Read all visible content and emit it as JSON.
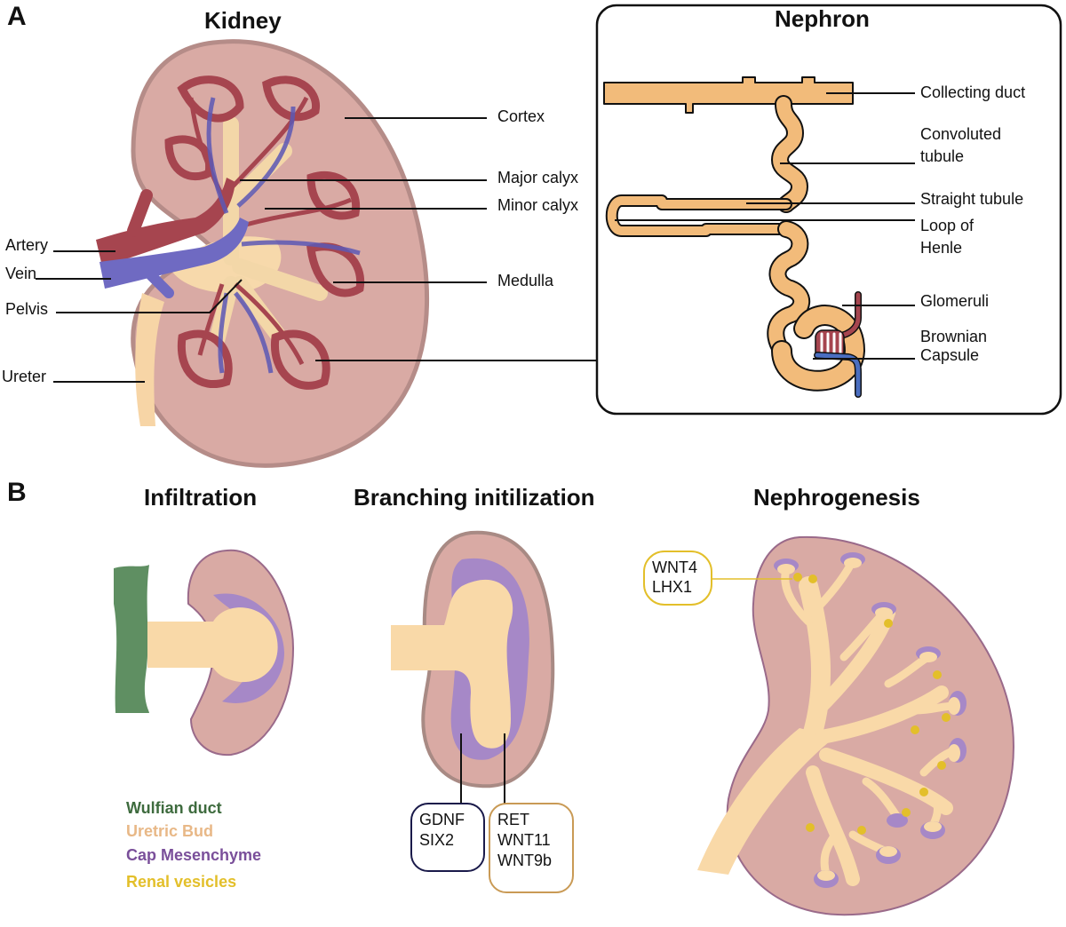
{
  "panel_a": {
    "letter": "A",
    "kidney_title": "Kidney",
    "nephron_title": "Nephron",
    "kidney_labels": {
      "cortex": "Cortex",
      "major_calyx": "Major calyx",
      "minor_calyx": "Minor calyx",
      "medulla": "Medulla",
      "artery": "Artery",
      "vein": "Vein",
      "pelvis": "Pelvis",
      "ureter": "Ureter"
    },
    "nephron_labels": {
      "collecting_duct": "Collecting duct",
      "convoluted_1": "Convoluted",
      "convoluted_2": "tubule",
      "straight_tubule": "Straight tubule",
      "loop_1": "Loop of",
      "loop_2": "Henle",
      "glomeruli": "Glomeruli",
      "brownian": "Brownian",
      "capsule": "Capsule"
    }
  },
  "panel_b": {
    "letter": "B",
    "stage_titles": [
      "Infiltration",
      "Branching initilization",
      "Nephrogenesis"
    ],
    "gene_boxes": {
      "gdnf": [
        "GDNF",
        "SIX2"
      ],
      "ret": [
        "RET",
        "WNT11",
        "WNT9b"
      ],
      "wnt4": [
        "WNT4",
        "LHX1"
      ]
    },
    "legend": [
      {
        "label": "Wulfian duct",
        "color": "#3e6b3e"
      },
      {
        "label": "Uretric Bud",
        "color": "#e8b887"
      },
      {
        "label": "Cap Mesenchyme",
        "color": "#7a4f9a"
      },
      {
        "label": "Renal vesicles",
        "color": "#e3bf2a"
      }
    ]
  },
  "colors": {
    "kidney_fill": "#d9aaa4",
    "kidney_stroke": "#b58c88",
    "vessel_red": "#a6454f",
    "vessel_blue": "#6f6ac2",
    "bud": "#f9d9a8",
    "nephron": "#f2bb7a",
    "duct_green": "#5f8f62",
    "cap_purple": "#a688c7"
  }
}
